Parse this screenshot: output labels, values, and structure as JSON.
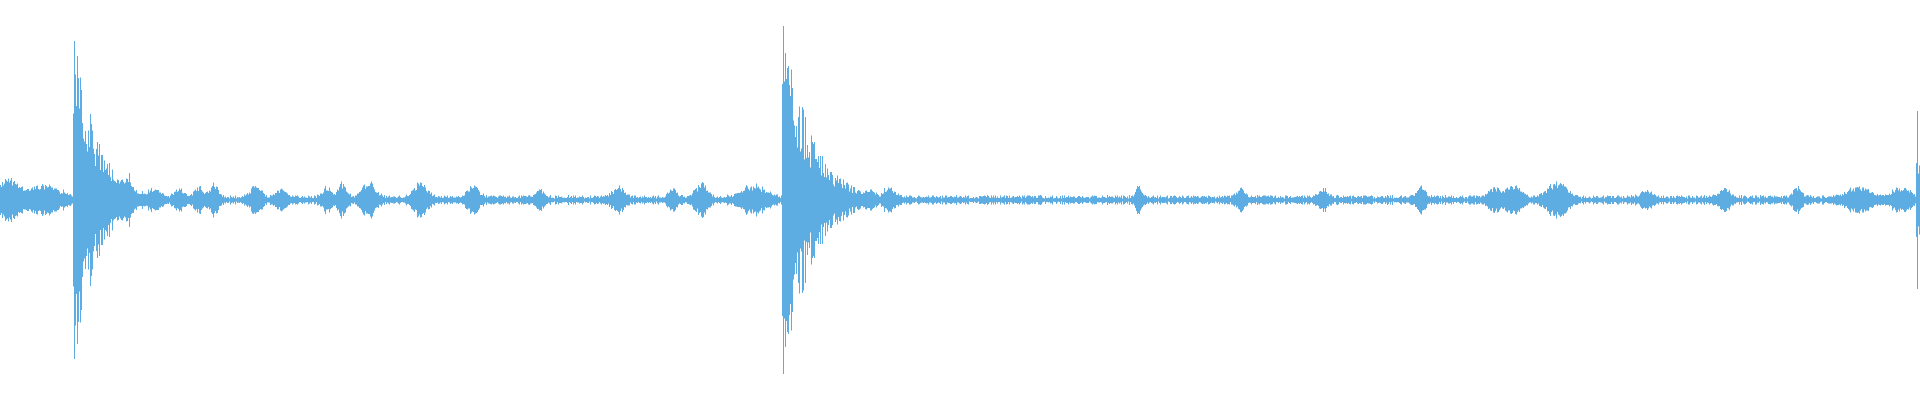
{
  "waveform": {
    "color": "#5dade2",
    "background": "#ffffff",
    "baseline_amplitude": 0.02,
    "transients": [
      {
        "time": 0.0383,
        "peak_up": 0.81,
        "peak_down": 0.81,
        "decay": 0.012
      },
      {
        "time": 0.4075,
        "peak_up": 0.89,
        "peak_down": 0.89,
        "decay": 0.014
      },
      {
        "time": 0.9983,
        "peak_up": 0.51,
        "peak_down": 0.51,
        "decay": 0.001
      }
    ],
    "minor_bursts": [
      {
        "time": 0.004,
        "amp": 0.09,
        "width": 0.006
      },
      {
        "time": 0.022,
        "amp": 0.06,
        "width": 0.012
      },
      {
        "time": 0.061,
        "amp": 0.09,
        "width": 0.002
      },
      {
        "time": 0.067,
        "amp": 0.11,
        "width": 0.003
      },
      {
        "time": 0.08,
        "amp": 0.05,
        "width": 0.004
      },
      {
        "time": 0.093,
        "amp": 0.05,
        "width": 0.003
      },
      {
        "time": 0.103,
        "amp": 0.05,
        "width": 0.003
      },
      {
        "time": 0.111,
        "amp": 0.06,
        "width": 0.003
      },
      {
        "time": 0.133,
        "amp": 0.05,
        "width": 0.004
      },
      {
        "time": 0.146,
        "amp": 0.04,
        "width": 0.003
      },
      {
        "time": 0.17,
        "amp": 0.05,
        "width": 0.003
      },
      {
        "time": 0.178,
        "amp": 0.07,
        "width": 0.003
      },
      {
        "time": 0.192,
        "amp": 0.07,
        "width": 0.005
      },
      {
        "time": 0.219,
        "amp": 0.07,
        "width": 0.005
      },
      {
        "time": 0.246,
        "amp": 0.06,
        "width": 0.004
      },
      {
        "time": 0.281,
        "amp": 0.04,
        "width": 0.003
      },
      {
        "time": 0.322,
        "amp": 0.05,
        "width": 0.004
      },
      {
        "time": 0.35,
        "amp": 0.04,
        "width": 0.003
      },
      {
        "time": 0.365,
        "amp": 0.07,
        "width": 0.004
      },
      {
        "time": 0.392,
        "amp": 0.06,
        "width": 0.008
      },
      {
        "time": 0.453,
        "amp": 0.04,
        "width": 0.003
      },
      {
        "time": 0.463,
        "amp": 0.05,
        "width": 0.004
      },
      {
        "time": 0.593,
        "amp": 0.06,
        "width": 0.002
      },
      {
        "time": 0.646,
        "amp": 0.04,
        "width": 0.003
      },
      {
        "time": 0.689,
        "amp": 0.04,
        "width": 0.003
      },
      {
        "time": 0.74,
        "amp": 0.05,
        "width": 0.003
      },
      {
        "time": 0.778,
        "amp": 0.05,
        "width": 0.004
      },
      {
        "time": 0.788,
        "amp": 0.06,
        "width": 0.005
      },
      {
        "time": 0.808,
        "amp": 0.06,
        "width": 0.005
      },
      {
        "time": 0.814,
        "amp": 0.05,
        "width": 0.004
      },
      {
        "time": 0.857,
        "amp": 0.04,
        "width": 0.004
      },
      {
        "time": 0.898,
        "amp": 0.04,
        "width": 0.004
      },
      {
        "time": 0.936,
        "amp": 0.05,
        "width": 0.003
      },
      {
        "time": 0.968,
        "amp": 0.05,
        "width": 0.008
      },
      {
        "time": 0.99,
        "amp": 0.05,
        "width": 0.006
      }
    ]
  }
}
